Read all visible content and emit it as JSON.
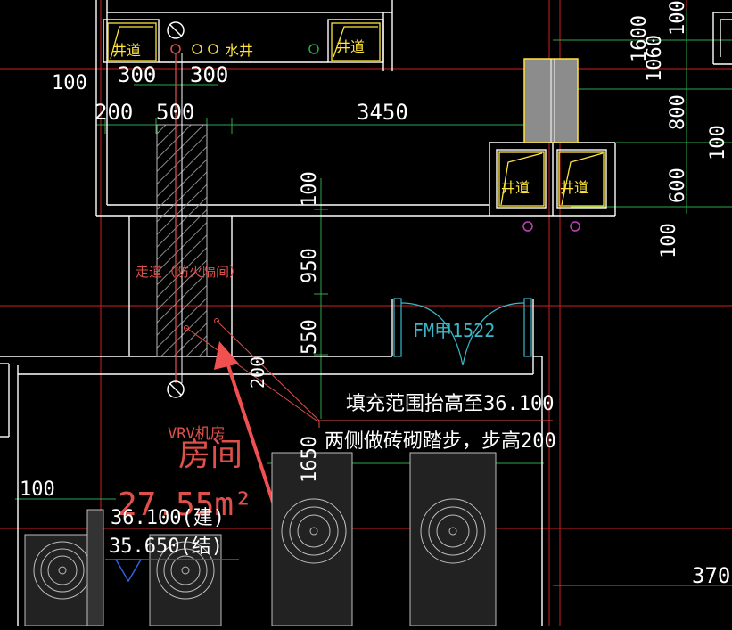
{
  "colors": {
    "background": "#000000",
    "wall": "#ffffff",
    "grid_axis": "#d02020",
    "dimension": "#2ea84a",
    "text": "#ffffff",
    "shaft": "#ffe43c",
    "annotation_red": "#e0504a",
    "door": "#3ab8c8",
    "pipe_magenta": "#c040c0",
    "arrow": "#f05050",
    "shaft_fill": "#8c8c8c"
  },
  "shafts": {
    "label": "井道",
    "water_well": "水井"
  },
  "dimensions": {
    "top_left_100": "100",
    "d300a": "300",
    "d300b": "300",
    "d200": "200",
    "d500": "500",
    "d3450": "3450",
    "v100_top": "100",
    "v950": "950",
    "v550": "550",
    "v200": "200",
    "v1650": "1650",
    "r_1600": "1600",
    "r_100_top": "100",
    "r_1060": "1060",
    "r_800": "800",
    "r_100_mid": "100",
    "r_600": "600",
    "r_100_low": "100",
    "left_100": "100",
    "bottom_right": "370"
  },
  "room_labels": {
    "corridor": "走道（防火隔间）",
    "door": "FM甲1522",
    "vrv": "VRV机房",
    "room": "房间",
    "area": "27.55m²",
    "level_arch": "36.100(建)",
    "level_struct": "35.650(结)"
  },
  "annotation": {
    "line1": "填充范围抬高至36.100",
    "line2": "两侧做砖砌踏步，步高200"
  }
}
